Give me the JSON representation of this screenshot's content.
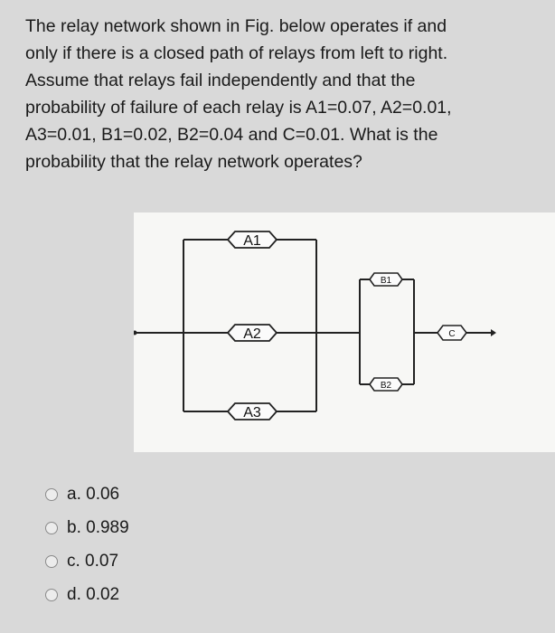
{
  "question": {
    "lines": [
      "The relay network shown in Fig. below operates if and",
      "only if there is a closed path of relays from left to right.",
      "Assume that relays fail independently and that the",
      "probability of failure of each relay is A1=0.07, A2=0.01,",
      "A3=0.01, B1=0.02, B2=0.04 and C=0.01. What is the",
      "probability that the relay network operates?"
    ]
  },
  "figure": {
    "relays": {
      "a1": "A1",
      "a2": "A2",
      "a3": "A3",
      "b1": "B1",
      "b2": "B2",
      "c": "C"
    }
  },
  "options": [
    {
      "label": "a. 0.06"
    },
    {
      "label": "b. 0.989"
    },
    {
      "label": "c. 0.07"
    },
    {
      "label": "d. 0.02"
    }
  ],
  "colors": {
    "background": "#d9d9d9",
    "figure_background": "#f7f7f5",
    "text": "#1a1a1a"
  }
}
